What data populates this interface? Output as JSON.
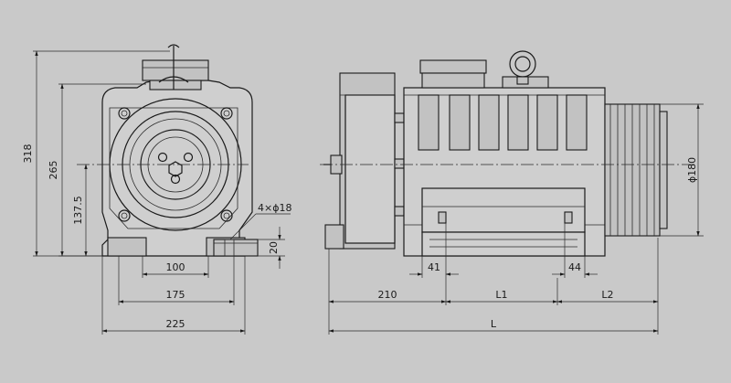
{
  "front_view": {
    "dim_width_total": "225",
    "dim_width_mid": "175",
    "dim_width_inner": "100",
    "dim_height_total": "318",
    "dim_height_top": "265",
    "dim_height_center": "137.5",
    "dim_foot_height": "20",
    "hole_callout": "4×ϕ18"
  },
  "side_view": {
    "dim_offset_left": "41",
    "dim_offset_right": "44",
    "dim_len_a": "210",
    "dim_len_b": "L1",
    "dim_len_c": "L2",
    "dim_total": "L",
    "dim_sheave_dia": "ϕ180"
  }
}
